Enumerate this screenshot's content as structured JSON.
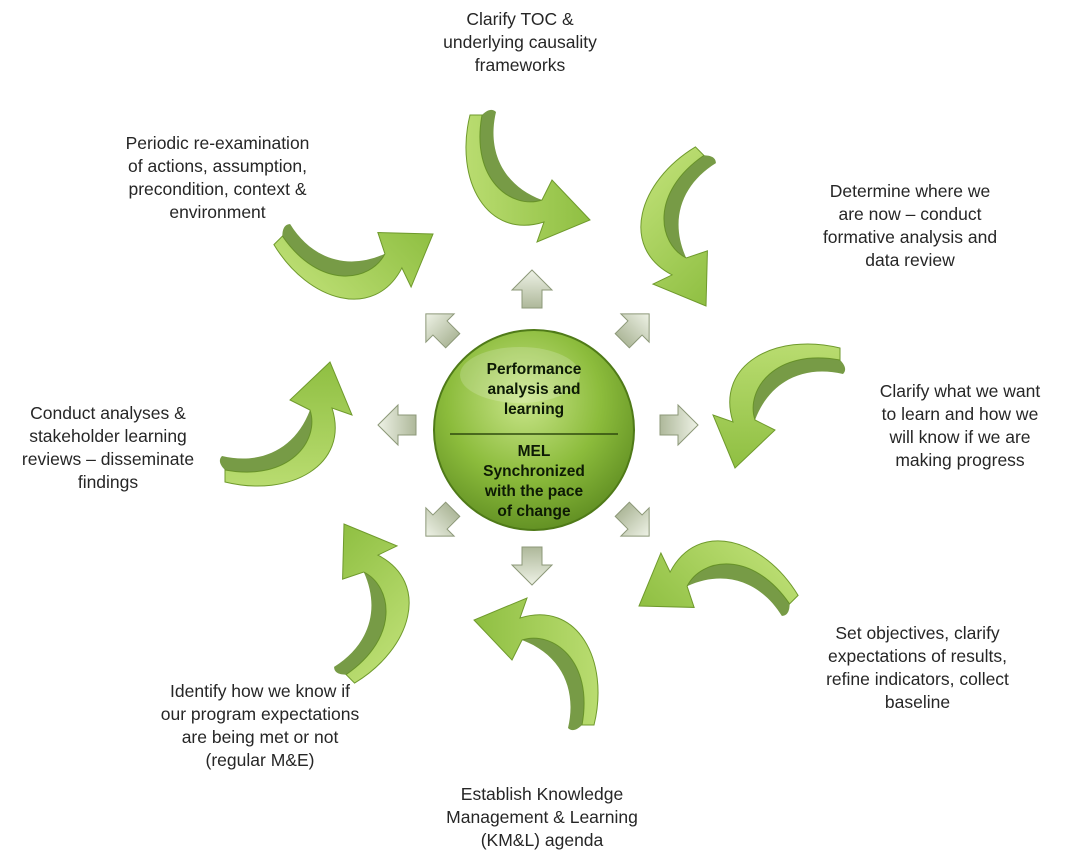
{
  "center": {
    "top": [
      "Performance",
      "analysis and",
      "learning"
    ],
    "bottom": [
      "MEL",
      "Synchronized",
      "with the pace",
      "of change"
    ]
  },
  "steps": [
    {
      "lines": [
        "Clarify TOC  &",
        "underlying causality",
        "frameworks"
      ]
    },
    {
      "lines": [
        "Determine where we",
        "are now – conduct",
        "formative analysis and",
        "data review"
      ]
    },
    {
      "lines": [
        "Clarify what we want",
        "to learn and how we",
        "will know if we are",
        "making progress"
      ]
    },
    {
      "lines": [
        "Set objectives, clarify",
        "expectations of results,",
        "refine indicators, collect",
        "baseline"
      ]
    },
    {
      "lines": [
        "Establish Knowledge",
        "Management & Learning",
        "(KM&L) agenda"
      ]
    },
    {
      "lines": [
        "Identify how we know if",
        "our program expectations",
        "are being met or not",
        "(regular M&E)"
      ]
    },
    {
      "lines": [
        "Conduct analyses &",
        "stakeholder learning",
        "reviews – disseminate",
        "findings"
      ]
    },
    {
      "lines": [
        "Periodic re-examination",
        "of  actions, assumption,",
        "precondition, context &",
        "environment"
      ]
    }
  ],
  "colors": {
    "arrow_light": "#b5d86a",
    "arrow_dark": "#5f8a26",
    "center": "#8cbc3c",
    "small_arrow": "#d6dec6",
    "text": "#262626"
  }
}
